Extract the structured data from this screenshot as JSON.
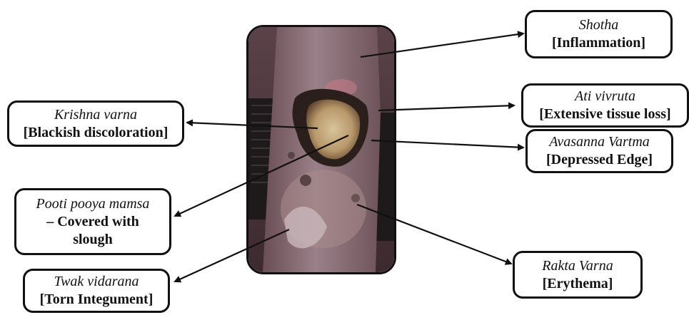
{
  "labels": {
    "shotha": {
      "term": "Shotha",
      "meaning": "[Inflammation]"
    },
    "ati_vivruta": {
      "term": "Ati vivruta",
      "meaning": "[Extensive tissue loss]"
    },
    "avasanna_vartma": {
      "term": "Avasanna Vartma",
      "meaning": "[Depressed Edge]"
    },
    "krishna_varna": {
      "term": "Krishna varna",
      "meaning": "[Blackish discoloration]"
    },
    "pooti_pooya_mamsa": {
      "term": "Pooti pooya mamsa",
      "meaning_line1": "– Covered with",
      "meaning_line2": "slough"
    },
    "twak_vidarana": {
      "term": "Twak vidarana",
      "meaning": "[Torn Integument]"
    },
    "rakta_varna": {
      "term": "Rakta Varna",
      "meaning": "[Erythema]"
    }
  },
  "colors": {
    "ink": "#111111",
    "skin": "#7a5a60",
    "slough": "#c9b089",
    "necrosis": "#2b1f1c"
  }
}
